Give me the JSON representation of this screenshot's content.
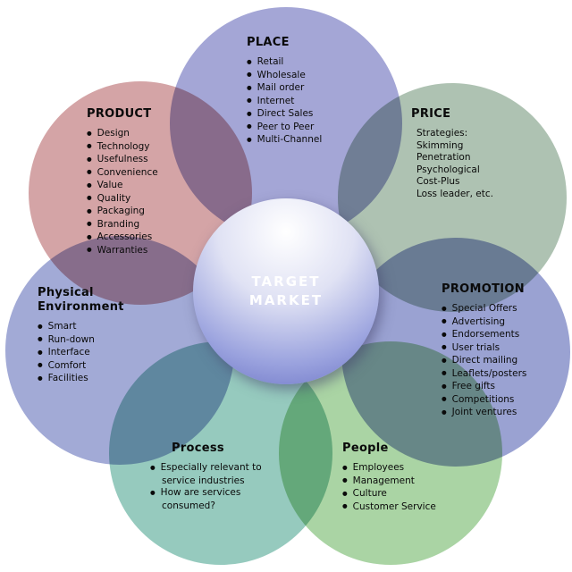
{
  "center": {
    "label_line1": "TARGET",
    "label_line2": "MARKET",
    "gradient": [
      "#ffffff",
      "#e0e2f4",
      "#9aa2de",
      "#6a72c4"
    ],
    "text_color": "#ffffff"
  },
  "petals": [
    {
      "id": "place",
      "title": "PLACE",
      "bulleted": true,
      "color": "#a4a6d6",
      "items": [
        "Retail",
        "Wholesale",
        "Mail order",
        "Internet",
        "Direct Sales",
        "Peer to Peer",
        "Multi-Channel"
      ]
    },
    {
      "id": "price",
      "title": "PRICE",
      "bulleted": false,
      "color": "#aec2b2",
      "items": [
        "Strategies:",
        "Skimming",
        "Penetration",
        "Psychological",
        "Cost-Plus",
        "Loss leader, etc."
      ]
    },
    {
      "id": "promotion",
      "title": "PROMOTION",
      "bulleted": true,
      "color": "#9aa2d2",
      "items": [
        "Special Offers",
        "Advertising",
        "Endorsements",
        "User trials",
        "Direct mailing",
        "Leaflets/posters",
        "Free gifts",
        "Competitions",
        "Joint ventures"
      ]
    },
    {
      "id": "people",
      "title": "People",
      "bulleted": true,
      "color": "#aad4a4",
      "items": [
        "Employees",
        "Management",
        "Culture",
        "Customer Service"
      ]
    },
    {
      "id": "process",
      "title": "Process",
      "bulleted": true,
      "color": "#96cabe",
      "items": [
        "Especially relevant to service industries",
        "How are services consumed?"
      ]
    },
    {
      "id": "physical-environment",
      "title": "Physical Environment",
      "bulleted": true,
      "color": "#a2aad6",
      "items": [
        "Smart",
        "Run-down",
        "Interface",
        "Comfort",
        "Facilities"
      ]
    },
    {
      "id": "product",
      "title": "PRODUCT",
      "bulleted": true,
      "color": "#d4a4a6",
      "items": [
        "Design",
        "Technology",
        "Usefulness",
        "Convenience",
        "Value",
        "Quality",
        "Packaging",
        "Branding",
        "Accessories",
        "Warranties"
      ]
    }
  ]
}
